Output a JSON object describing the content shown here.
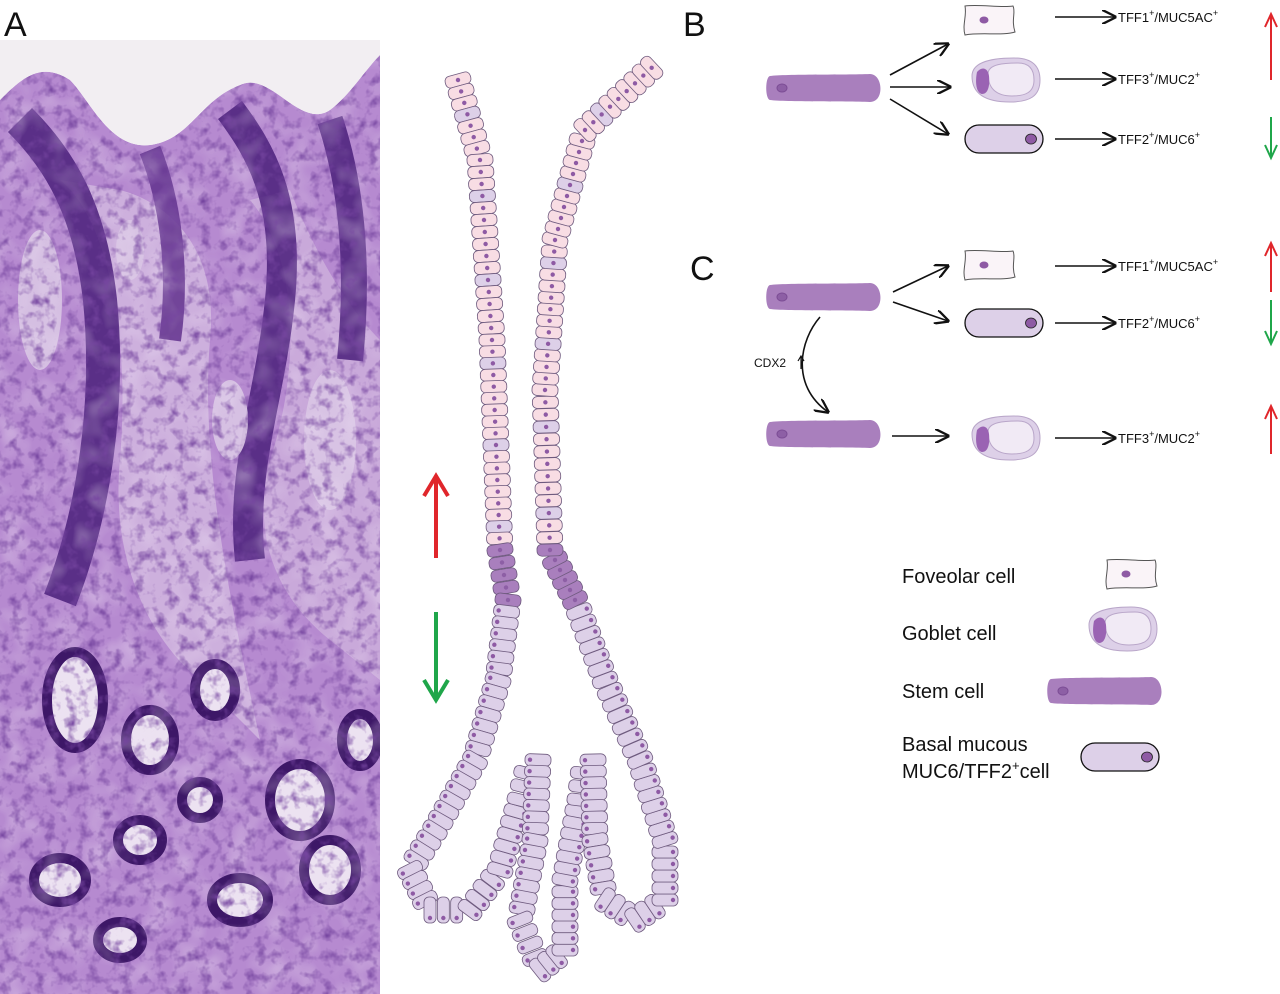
{
  "panels": {
    "a": "A",
    "b": "B",
    "c": "C"
  },
  "panel_b": {
    "rows": [
      {
        "marker": "TFF1",
        "sup1": "+",
        "rest": "/MUC5AC",
        "sup2": "+",
        "trend": "up"
      },
      {
        "marker": "TFF3",
        "sup1": "+",
        "rest": "/MUC2",
        "sup2": "+",
        "trend": "none"
      },
      {
        "marker": "TFF2",
        "sup1": "+",
        "rest": "/MUC6",
        "sup2": "+",
        "trend": "down"
      }
    ]
  },
  "panel_c": {
    "cdx2": "CDX2",
    "rows": [
      {
        "marker": "TFF1",
        "sup1": "+",
        "rest": "/MUC5AC",
        "sup2": "+",
        "trend": "up"
      },
      {
        "marker": "TFF2",
        "sup1": "+",
        "rest": "/MUC6",
        "sup2": "+",
        "trend": "down"
      },
      {
        "marker": "TFF3",
        "sup1": "+",
        "rest": "/MUC2",
        "sup2": "+",
        "trend": "up"
      }
    ]
  },
  "legend": {
    "foveolar": "Foveolar cell",
    "goblet": "Goblet cell",
    "stem": "Stem cell",
    "basal_line1": "Basal mucous",
    "basal_line2_a": "MUC6/TFF2",
    "basal_line2_sup": "+",
    "basal_line2_b": "cell"
  },
  "colors": {
    "stem": "#a97fbd",
    "stem_dark": "#8d5fa5",
    "pink_cell": "#f8dde4",
    "lilac_cell": "#ddd0e8",
    "nucleus": "#8e5aa4",
    "up": "#e0262b",
    "down": "#1fa64a",
    "stain_dark": "#3b1a66",
    "stain_mid": "#7a4aa0",
    "stain_light": "#c8aad8"
  },
  "icons": [
    "arrow-up-red",
    "arrow-down-green",
    "foveolar-cell-icon",
    "goblet-cell-icon",
    "stem-cell-icon",
    "basal-mucous-cell-icon"
  ]
}
